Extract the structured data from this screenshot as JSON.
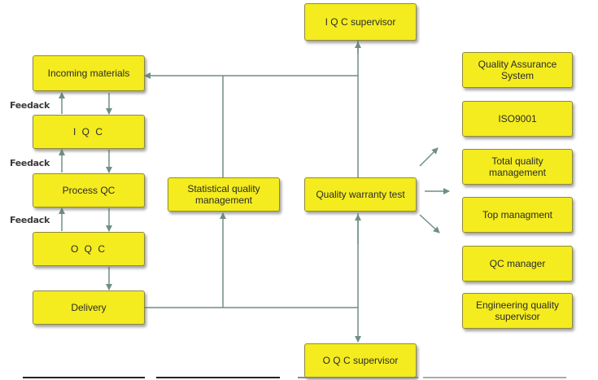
{
  "boxes": {
    "incoming": "Incoming materials",
    "iqc": "I Q C",
    "process_qc": "Process QC",
    "oqc": "O Q C",
    "delivery": "Delivery",
    "statistical": "Statistical quality management",
    "warranty": "Quality warranty test",
    "iqc_supervisor": "I Q C supervisor",
    "oqc_supervisor": "O Q C supervisor",
    "qa_system": "Quality Assurance System",
    "iso": "ISO9001",
    "tqm": "Total quality management",
    "top_mgmt": "Top managment",
    "qc_manager": "QC manager",
    "eng_supervisor": "Engineering quality supervisor"
  },
  "feedback_labels": [
    "Feedack",
    "Feedack",
    "Feedack"
  ],
  "colors": {
    "box_fill": "#f4ec1e",
    "line": "#6f8f84"
  }
}
